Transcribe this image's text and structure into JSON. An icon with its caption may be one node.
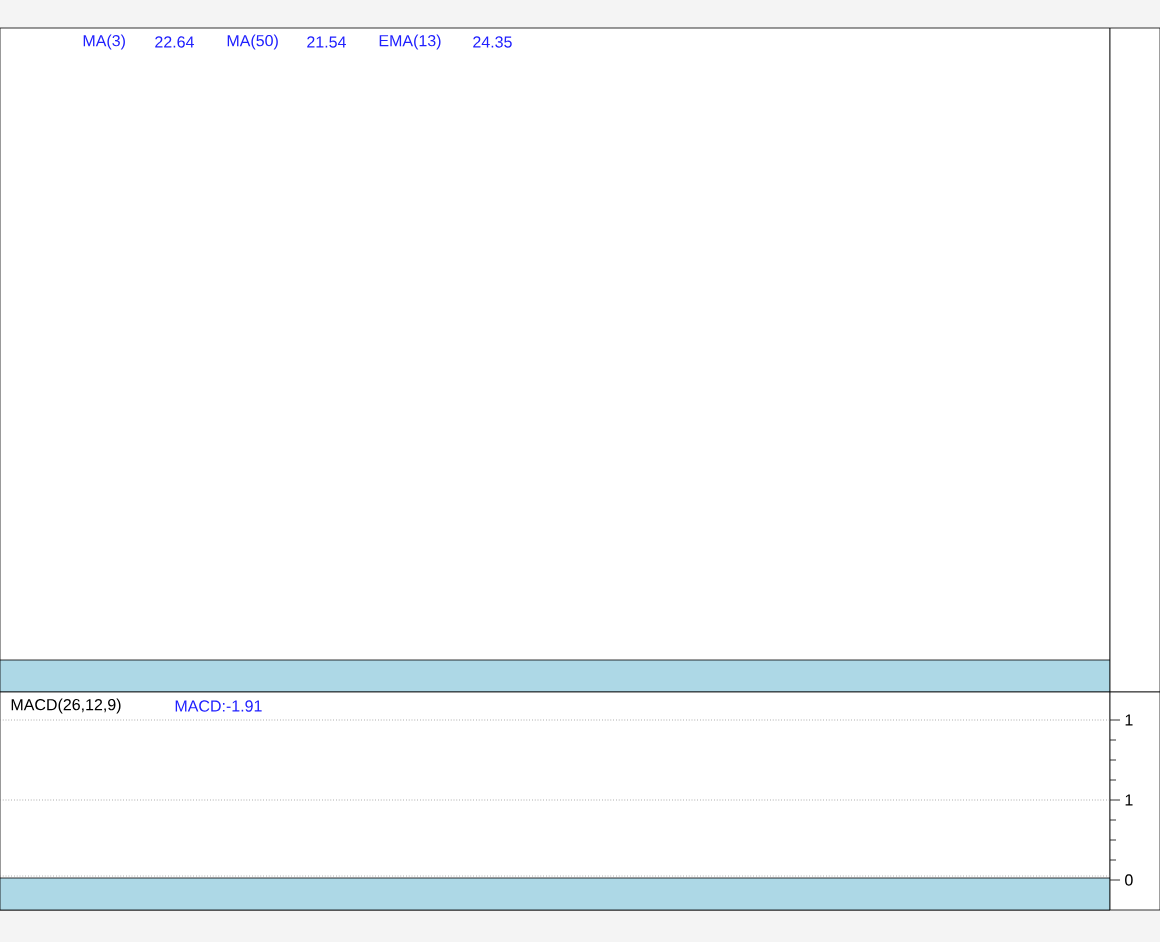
{
  "diagram": {
    "labels": [
      "MA(3)",
      "22.64",
      "MA(50)",
      "21.54",
      "EMA(13)",
      "24.35",
      "MACD(26,12,9)",
      "MACD:-1.91",
      "1",
      "1",
      "0"
    ]
  }
}
